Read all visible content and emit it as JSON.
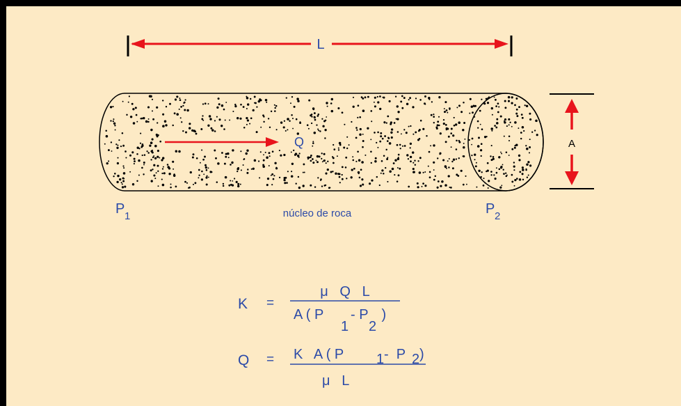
{
  "diagram": {
    "length_label": "L",
    "area_label": "A",
    "flow_label": "Q",
    "p1_label": "P",
    "p1_sub": "1",
    "p2_label": "P",
    "p2_sub": "2",
    "core_label": "núcleo de roca"
  },
  "formula1": {
    "lhs": "K",
    "eq": "=",
    "numerator": "μ   Q   L",
    "den_a": "A ( P",
    "den_sub1": "1",
    "den_mid": "- P",
    "den_sub2": "2",
    "den_end": " )"
  },
  "formula2": {
    "lhs": "Q",
    "eq": "=",
    "num_a": "K   A ( P",
    "num_sub1": "1",
    "num_mid": "-  P",
    "num_sub2": "2",
    "num_end": ")",
    "denominator": "μ   L"
  },
  "colors": {
    "background": "#fdeac5",
    "arrow_red": "#e8141c",
    "label_blue": "#2b4aa8"
  }
}
